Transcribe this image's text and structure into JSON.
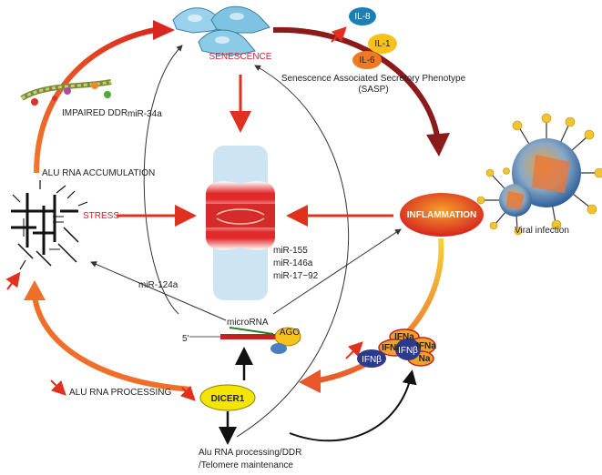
{
  "labels": {
    "senescence": "SENESCENCE",
    "sasp_line1": "Senescence Associated Secretory Phenotype",
    "sasp_line2": "(SASP)",
    "il8": "IL-8",
    "il1": "IL-1",
    "il6": "IL-6",
    "impaired_ddr": "IMPAIRED DDR",
    "mir34a": "miR-34a",
    "alu_rna_accumulation": "ALU RNA ACCUMULATION",
    "stress": "STRESS",
    "inflammation": "INFLAMMATION",
    "viral_infection": "Viral infection",
    "mir155": "miR-155",
    "mir146a": "miR-146a",
    "mir17_92": "miR-17~92",
    "mir124a": "miR-124a",
    "microrna": "microRNA",
    "ago": "AGO",
    "five_prime": "5'",
    "alu_rna_processing": "ALU RNA PROCESSING",
    "dicer1": "DICER1",
    "ifnb_1": "IFNβ",
    "ifnb_2": "IFNβ",
    "ifna_1": "IFNa",
    "ifna_2": "IFNa",
    "ifna_3": "IFNa",
    "ifna_4": "Na",
    "alu_processing_line1": "Alu RNA processing/DDR",
    "alu_processing_line2": "/Telomere maintenance"
  },
  "colors": {
    "red_text": "#d0252b",
    "dark_red": "#8b1a1a",
    "orange": "#e8662a",
    "yellow": "#f4d03f",
    "cell_blue": "#8ccbe6",
    "dicer_yellow": "#f4e500",
    "ifnb_blue": "#2b3a8c"
  }
}
